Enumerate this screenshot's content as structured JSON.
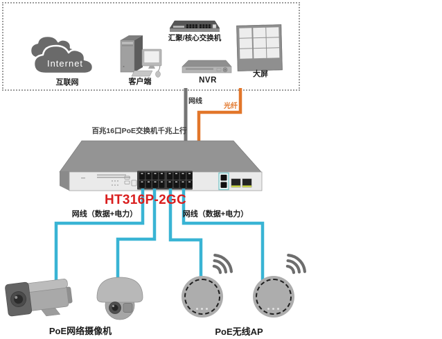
{
  "top_box": {
    "internet": {
      "cloud_text": "Internet",
      "caption": "互联网"
    },
    "client": {
      "caption": "客户端"
    },
    "core_switch": {
      "caption": "汇聚/核心交换机"
    },
    "nvr": {
      "caption": "NVR"
    },
    "big_screen": {
      "caption": "大屏"
    }
  },
  "connections": {
    "net_cable_label": "网线",
    "fiber_label": "光纤",
    "poe_cable_left_label": "网线（数据+电力）",
    "poe_cable_right_label": "网线（数据+电力）"
  },
  "poe_switch": {
    "title": "百兆16口PoE交换机千兆上行",
    "model": "HT316P-2GC"
  },
  "endpoints": {
    "cameras_caption": "PoE网络摄像机",
    "aps_caption": "PoE无线AP"
  },
  "colors": {
    "cable_cyan": "#39b4d4",
    "cable_orange": "#e2762a",
    "cable_gray": "#757575",
    "model_red": "#d91e1e"
  }
}
